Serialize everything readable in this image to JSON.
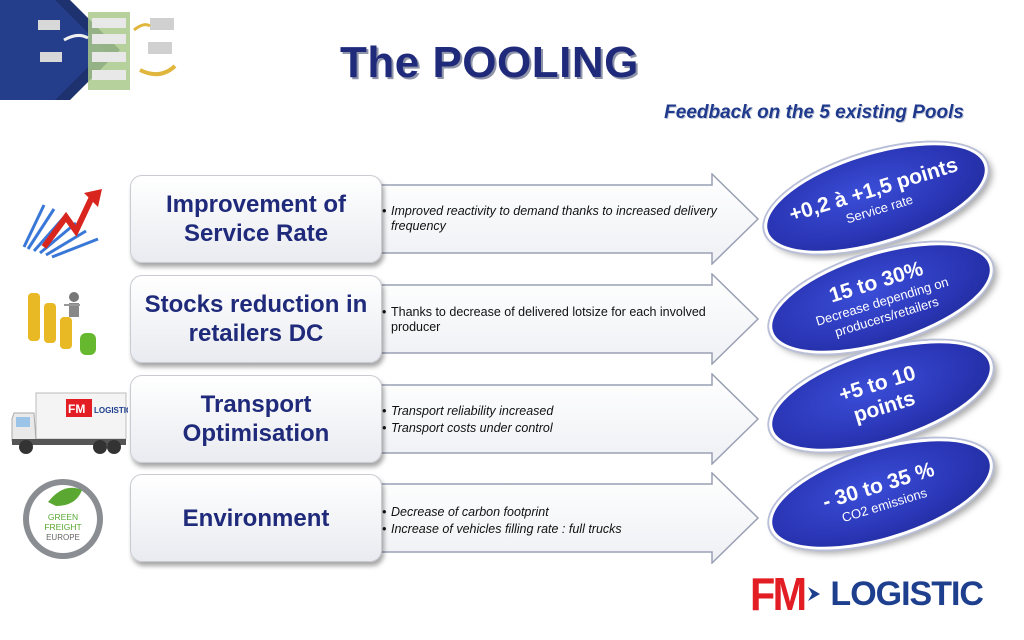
{
  "header": {
    "title": "The POOLING",
    "subtitle": "Feedback on the 5 existing Pools"
  },
  "rows": [
    {
      "heading": "Improvement of Service Rate",
      "bullets": [
        "Improved reactivity to demand thanks to increased delivery frequency"
      ],
      "italic": true,
      "result_big": "+0,2 à +1,5 points",
      "result_small": "Service rate",
      "icon": "chart-arrow-icon"
    },
    {
      "heading": "Stocks reduction in retailers DC",
      "bullets": [
        "Thanks to decrease of delivered lotsize for each involved producer"
      ],
      "italic": false,
      "result_big": "15 to 30%",
      "result_small": "Decrease depending on producers/retailers",
      "icon": "stock-columns-icon"
    },
    {
      "heading": "Transport Optimisation",
      "bullets": [
        "Transport reliability increased",
        "Transport costs under control"
      ],
      "italic": true,
      "result_big": "+5  to 10 points",
      "result_small": "",
      "icon": "delivery-truck-icon"
    },
    {
      "heading": "Environment",
      "bullets": [
        "Decrease of carbon footprint",
        "Increase of vehicles filling rate : full trucks"
      ],
      "italic": true,
      "result_big": "- 30 to 35 %",
      "result_small": "CO2 emissions",
      "icon": "green-freight-badge-icon"
    }
  ],
  "badge": {
    "line1": "GREEN",
    "line2": "FREIGHT",
    "line3": "EUROPE"
  },
  "truck_logo": {
    "mark": "FM",
    "word": "LOGISTIC"
  },
  "logo": {
    "mark": "FM",
    "word": "LOGISTIC"
  },
  "colors": {
    "title": "#1f2a7a",
    "ellipse": "#2a36b6",
    "brand_red": "#e21d24",
    "brand_blue": "#1e3f8e"
  }
}
